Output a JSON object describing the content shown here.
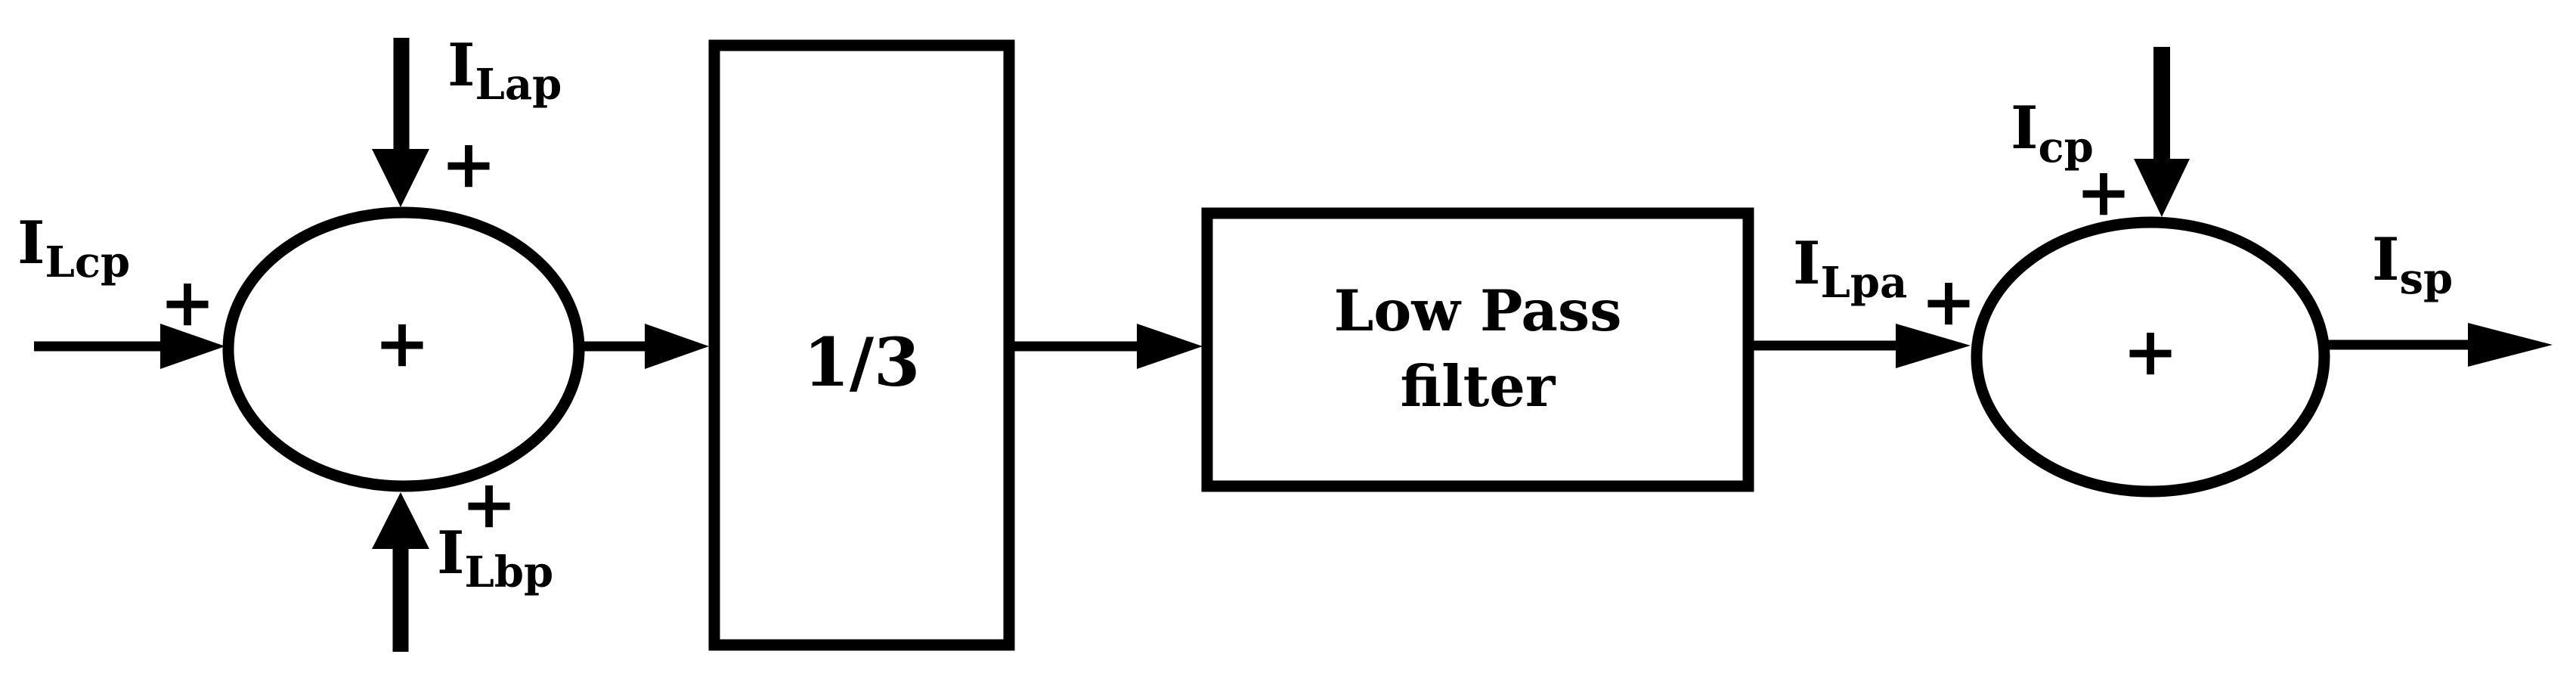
{
  "diagram": {
    "type": "signal-flow block diagram",
    "colors": {
      "ink": "#000000",
      "background": "#ffffff"
    },
    "blocks": {
      "gain": {
        "label": "1/3"
      },
      "low_pass_filter": {
        "line1": "Low Pass",
        "line2": "filter"
      }
    },
    "summing_junctions": {
      "left": {
        "operator": "+"
      },
      "right": {
        "operator": "+"
      }
    },
    "signals": {
      "i_lap": {
        "base": "I",
        "sub": "Lap",
        "sign": "+"
      },
      "i_lcp": {
        "base": "I",
        "sub": "Lcp",
        "sign": "+"
      },
      "i_lbp": {
        "base": "I",
        "sub": "Lbp",
        "sign": "+"
      },
      "i_lpa": {
        "base": "I",
        "sub": "Lpa",
        "sign": "+"
      },
      "i_cp": {
        "base": "I",
        "sub": "cp",
        "sign": "+"
      },
      "i_sp": {
        "base": "I",
        "sub": "sp"
      }
    }
  }
}
